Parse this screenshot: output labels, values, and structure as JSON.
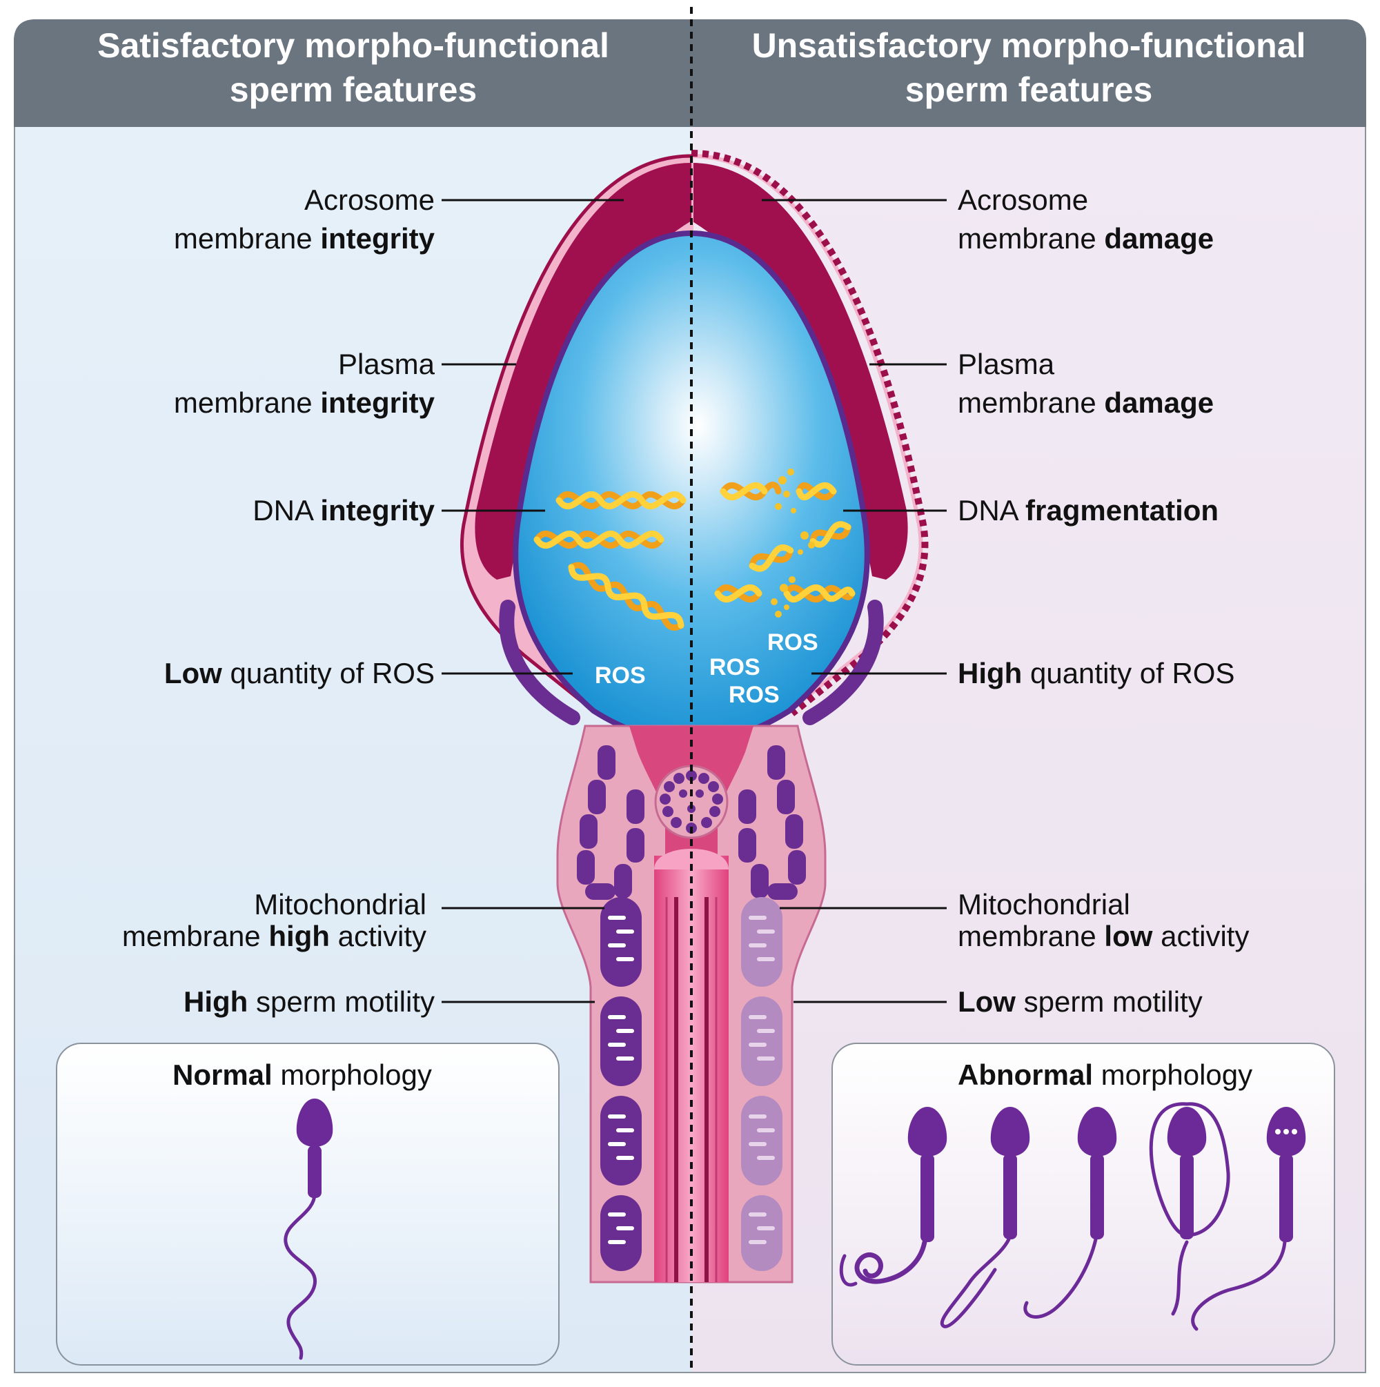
{
  "header": {
    "left_line1": "Satisfactory morpho-functional",
    "left_line2": "sperm features",
    "right_line1": "Unsatisfactory morpho-functional",
    "right_line2": "sperm features"
  },
  "left_labels": {
    "acrosome": {
      "line1": "Acrosome",
      "line2_pre": "membrane ",
      "line2_bold": "integrity"
    },
    "plasma": {
      "line1": "Plasma",
      "line2_pre": "membrane ",
      "line2_bold": "integrity"
    },
    "dna": {
      "pre": "DNA ",
      "bold": "integrity"
    },
    "ros": {
      "bold": "Low",
      "post": " quantity of ROS"
    },
    "mito": {
      "line1": "Mitochondrial",
      "line2_pre": "membrane ",
      "line2_bold": "high",
      "line2_post": " activity"
    },
    "motility": {
      "bold": "High",
      "post": " sperm motility"
    }
  },
  "right_labels": {
    "acrosome": {
      "line1": "Acrosome",
      "line2_pre": "membrane ",
      "line2_bold": "damage"
    },
    "plasma": {
      "line1": "Plasma",
      "line2_pre": "membrane ",
      "line2_bold": "damage"
    },
    "dna": {
      "pre": "DNA ",
      "bold": "fragmentation"
    },
    "ros": {
      "bold": "High",
      "post": " quantity of ROS"
    },
    "mito": {
      "line1": "Mitochondrial",
      "line2_pre": "membrane ",
      "line2_bold": "low",
      "line2_post": " activity"
    },
    "motility": {
      "bold": "Low",
      "post": " sperm motility"
    }
  },
  "ros_text": "ROS",
  "normal_box": {
    "bold": "Normal",
    "post": " morphology"
  },
  "abnormal_box": {
    "bold": "Abnormal",
    "post": " morphology"
  },
  "colors": {
    "header": "#6b7580",
    "left_bg": "#e4eef8",
    "right_bg": "#efe7f1",
    "acrosome": "#a0104f",
    "plasma_pink": "#f2b3cb",
    "nucleus": "#2aa5e0",
    "purple": "#6a2d91",
    "midpiece": "#e9a7bd",
    "neck": "#d9477f",
    "dna_gold": "#f2a81d"
  }
}
